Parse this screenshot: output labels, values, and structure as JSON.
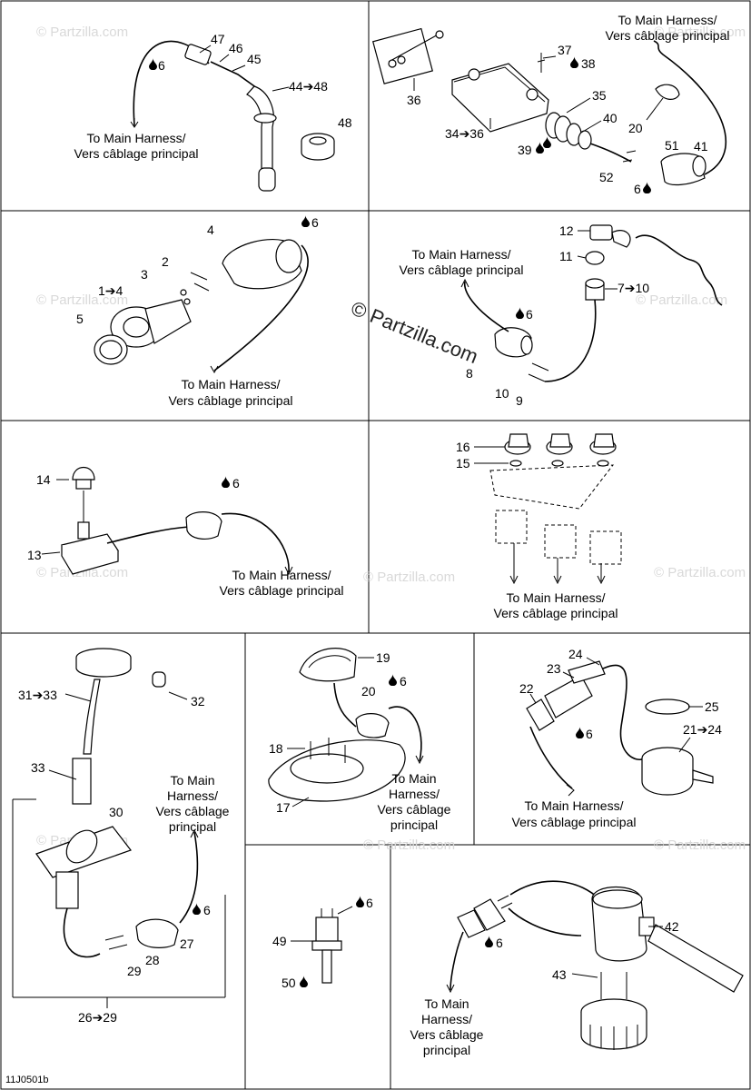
{
  "harness_note": [
    "To Main Harness/",
    "Vers câblage principal"
  ],
  "harness_note_3line": [
    "To Main",
    "Harness/",
    "Vers câblage",
    "principal"
  ],
  "watermark": "© Partzilla.com",
  "diagram_code": "11J0501b",
  "callouts": {
    "p1": [
      "47",
      "46",
      "45",
      "44➔48",
      "48",
      "6"
    ],
    "p2": [
      "37",
      "38",
      "36",
      "35",
      "34➔36",
      "40",
      "20",
      "39",
      "51",
      "41",
      "52",
      "6"
    ],
    "p3": [
      "4",
      "6",
      "2",
      "3",
      "1➔4",
      "5"
    ],
    "p4": [
      "12",
      "11",
      "7➔10",
      "6",
      "8",
      "10",
      "9"
    ],
    "p5": [
      "14",
      "6",
      "13"
    ],
    "p6": [
      "16",
      "15"
    ],
    "p7": [
      "31➔33",
      "32",
      "33",
      "30",
      "6",
      "27",
      "28",
      "29",
      "26➔29"
    ],
    "p8": [
      "19",
      "20",
      "6",
      "18",
      "17"
    ],
    "p9": [
      "24",
      "23",
      "22",
      "25",
      "21➔24",
      "6"
    ],
    "p10": [
      "6",
      "49",
      "50"
    ],
    "p11": [
      "42",
      "6",
      "43"
    ]
  }
}
